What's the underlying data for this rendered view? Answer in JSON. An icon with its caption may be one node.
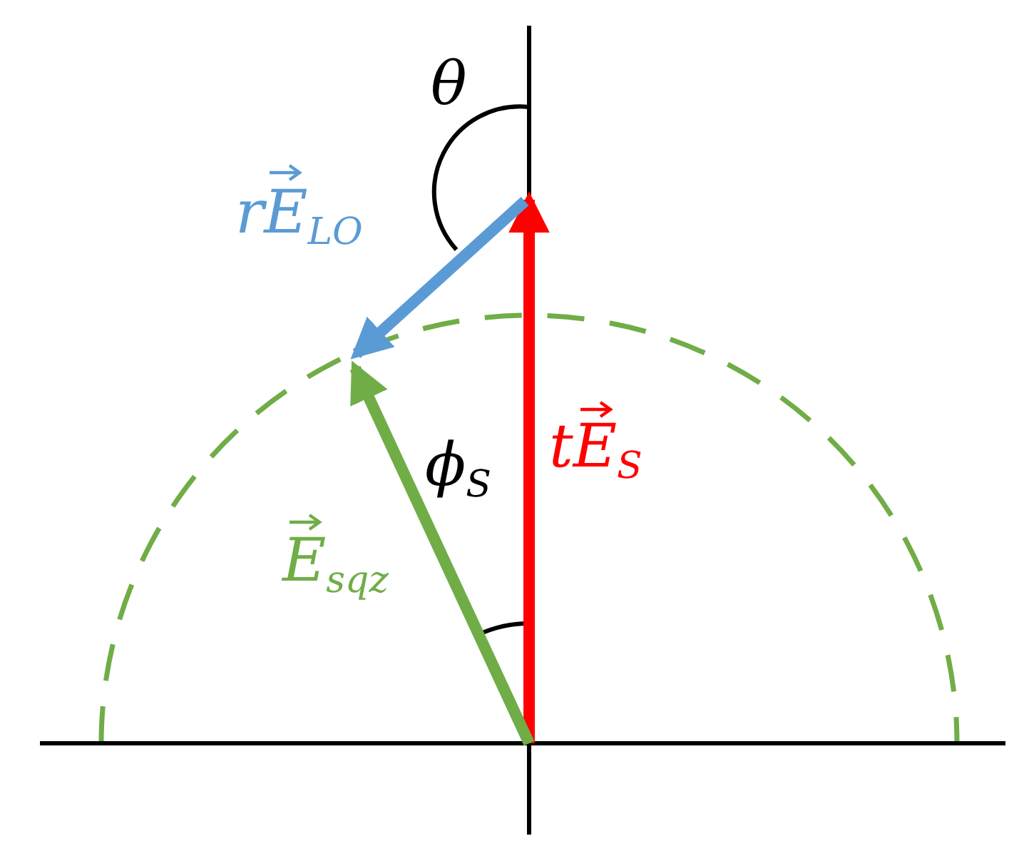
{
  "diagram": {
    "labels": [
      "θ",
      "rE$_{LO}$",
      "tE$_{S}$",
      "ϕ$_{S}$",
      "E$_{sqz}$"
    ]
  }
}
